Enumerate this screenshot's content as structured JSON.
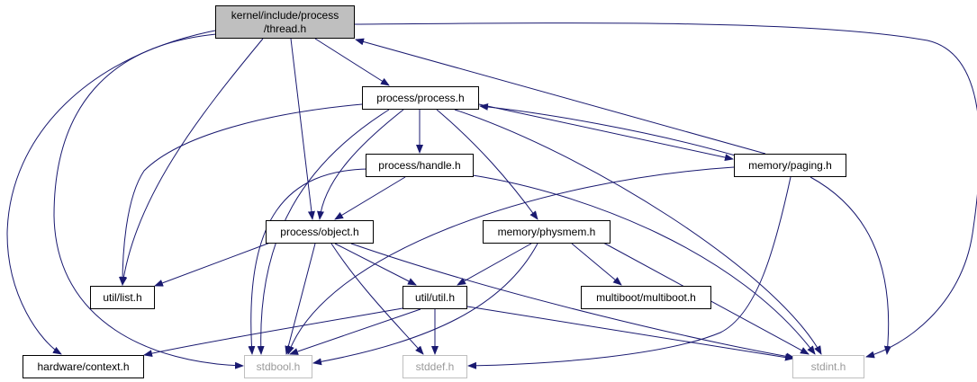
{
  "diagram": {
    "root": {
      "line1": "kernel/include/process",
      "line2": "/thread.h"
    },
    "nodes": {
      "process_h": "process/process.h",
      "handle_h": "process/handle.h",
      "paging_h": "memory/paging.h",
      "object_h": "process/object.h",
      "physmem_h": "memory/physmem.h",
      "list_h": "util/list.h",
      "util_h": "util/util.h",
      "multiboot_h": "multiboot/multiboot.h",
      "context_h": "hardware/context.h",
      "stdbool_h": "stdbool.h",
      "stddef_h": "stddef.h",
      "stdint_h": "stdint.h"
    },
    "system_headers": [
      "stdbool_h",
      "stddef_h",
      "stdint_h"
    ],
    "edge_color": "#191970",
    "edges": [
      [
        "root",
        "process_h"
      ],
      [
        "root",
        "object_h"
      ],
      [
        "root",
        "list_h"
      ],
      [
        "root",
        "context_h"
      ],
      [
        "root",
        "stdbool_h"
      ],
      [
        "root",
        "stdint_h"
      ],
      [
        "process_h",
        "handle_h"
      ],
      [
        "process_h",
        "object_h"
      ],
      [
        "process_h",
        "paging_h"
      ],
      [
        "process_h",
        "physmem_h"
      ],
      [
        "process_h",
        "list_h"
      ],
      [
        "process_h",
        "stdbool_h"
      ],
      [
        "process_h",
        "stdint_h"
      ],
      [
        "paging_h",
        "root"
      ],
      [
        "paging_h",
        "process_h"
      ],
      [
        "paging_h",
        "stdbool_h"
      ],
      [
        "paging_h",
        "stddef_h"
      ],
      [
        "paging_h",
        "stdint_h"
      ],
      [
        "handle_h",
        "object_h"
      ],
      [
        "handle_h",
        "stdbool_h"
      ],
      [
        "handle_h",
        "stdint_h"
      ],
      [
        "object_h",
        "list_h"
      ],
      [
        "object_h",
        "util_h"
      ],
      [
        "object_h",
        "stdbool_h"
      ],
      [
        "object_h",
        "stddef_h"
      ],
      [
        "object_h",
        "stdint_h"
      ],
      [
        "physmem_h",
        "util_h"
      ],
      [
        "physmem_h",
        "multiboot_h"
      ],
      [
        "physmem_h",
        "stdbool_h"
      ],
      [
        "physmem_h",
        "stdint_h"
      ],
      [
        "util_h",
        "context_h"
      ],
      [
        "util_h",
        "stdbool_h"
      ],
      [
        "util_h",
        "stddef_h"
      ],
      [
        "util_h",
        "stdint_h"
      ]
    ]
  }
}
